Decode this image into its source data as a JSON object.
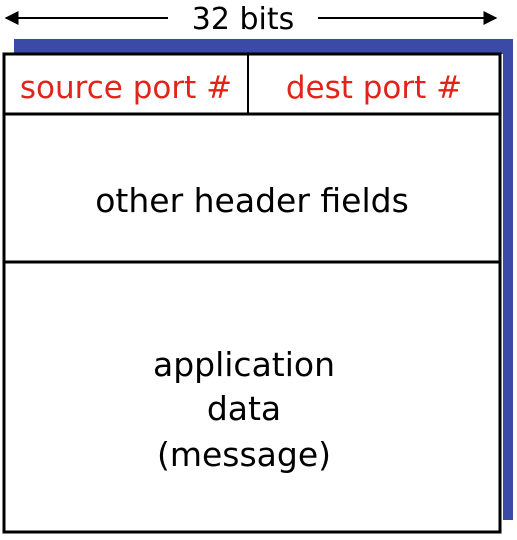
{
  "width_label": "32 bits",
  "fields": {
    "source_port": "source port #",
    "dest_port": "dest port #",
    "other_header": "other header fields",
    "app_data": [
      "application",
      "data",
      "(message)"
    ]
  },
  "colors": {
    "shadow": "#3b4aa6",
    "port_text": "#e2231a",
    "line": "#000000",
    "text": "#000000"
  }
}
